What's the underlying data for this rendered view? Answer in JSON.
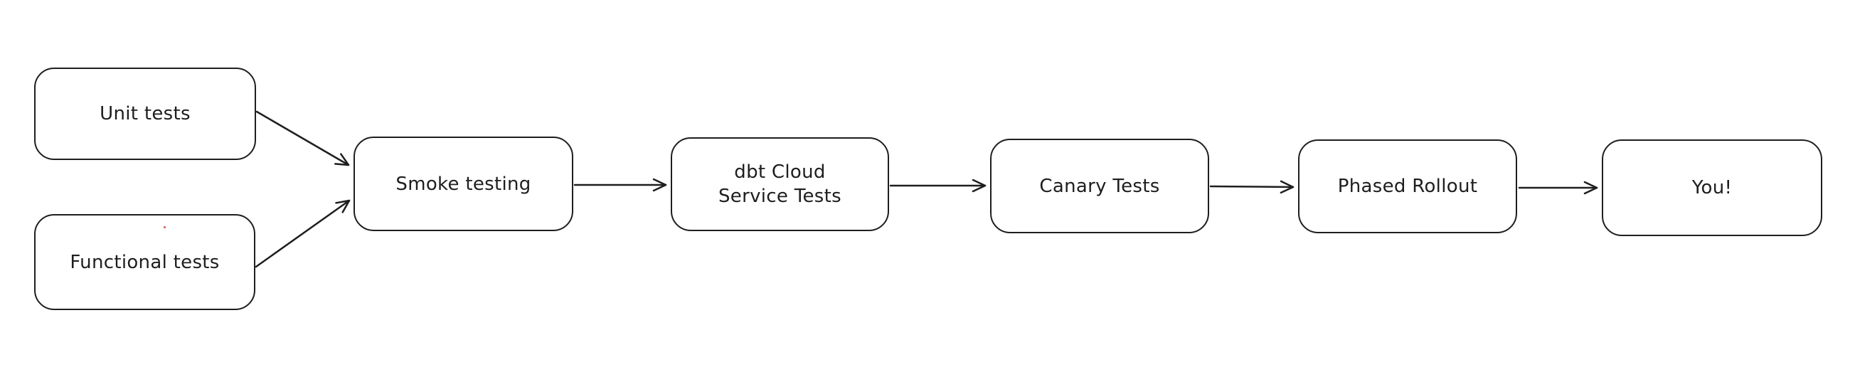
{
  "diagram": {
    "type": "flowchart",
    "background_color": "#ffffff",
    "stroke_color": "#1e1e1e",
    "fill_color": "#ffffff",
    "nodes": [
      {
        "id": "unit-tests",
        "label": "Unit tests"
      },
      {
        "id": "functional-tests",
        "label": "Functional tests"
      },
      {
        "id": "smoke-testing",
        "label": "Smoke testing"
      },
      {
        "id": "dbt-cloud-service-tests",
        "label": "dbt Cloud\nService Tests"
      },
      {
        "id": "canary-tests",
        "label": "Canary Tests"
      },
      {
        "id": "phased-rollout",
        "label": "Phased Rollout"
      },
      {
        "id": "you",
        "label": "You!"
      }
    ],
    "edges": [
      {
        "from": "unit-tests",
        "to": "smoke-testing"
      },
      {
        "from": "functional-tests",
        "to": "smoke-testing"
      },
      {
        "from": "smoke-testing",
        "to": "dbt-cloud-service-tests"
      },
      {
        "from": "dbt-cloud-service-tests",
        "to": "canary-tests"
      },
      {
        "from": "canary-tests",
        "to": "phased-rollout"
      },
      {
        "from": "phased-rollout",
        "to": "you"
      }
    ]
  }
}
